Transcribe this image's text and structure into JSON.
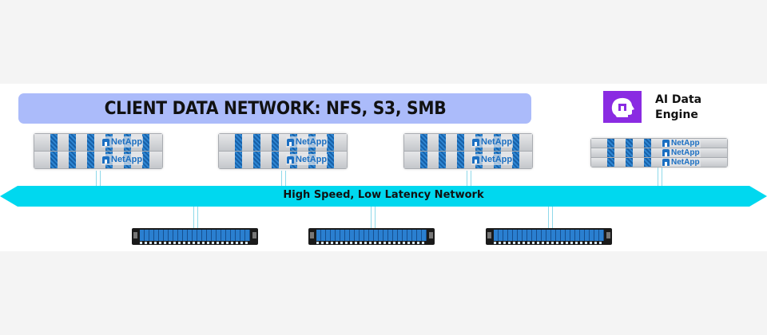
{
  "diagram": {
    "title_banner": "CLIENT DATA NETWORK: NFS, S3, SMB",
    "ai_engine": {
      "icon": "head-icon",
      "label_line1": "AI Data",
      "label_line2": "Engine",
      "brand_color": "#8a2be2"
    },
    "network": {
      "label": "High Speed, Low Latency Network",
      "color": "#00d8ef",
      "direction": "bidirectional"
    },
    "controllers": [
      {
        "name": "controller-pair-1",
        "units": [
          "NetApp",
          "NetApp"
        ]
      },
      {
        "name": "controller-pair-2",
        "units": [
          "NetApp",
          "NetApp"
        ]
      },
      {
        "name": "controller-pair-3",
        "units": [
          "NetApp",
          "NetApp"
        ]
      },
      {
        "name": "ai-controller-stack",
        "units": [
          "NetApp",
          "NetApp",
          "NetApp"
        ]
      }
    ],
    "storage_shelves": [
      {
        "name": "storage-shelf-1"
      },
      {
        "name": "storage-shelf-2"
      },
      {
        "name": "storage-shelf-3"
      }
    ],
    "colors": {
      "banner": "#abbbfa",
      "netapp_blue": "#1b6fc2",
      "page_bg": "#f4f4f4"
    }
  }
}
